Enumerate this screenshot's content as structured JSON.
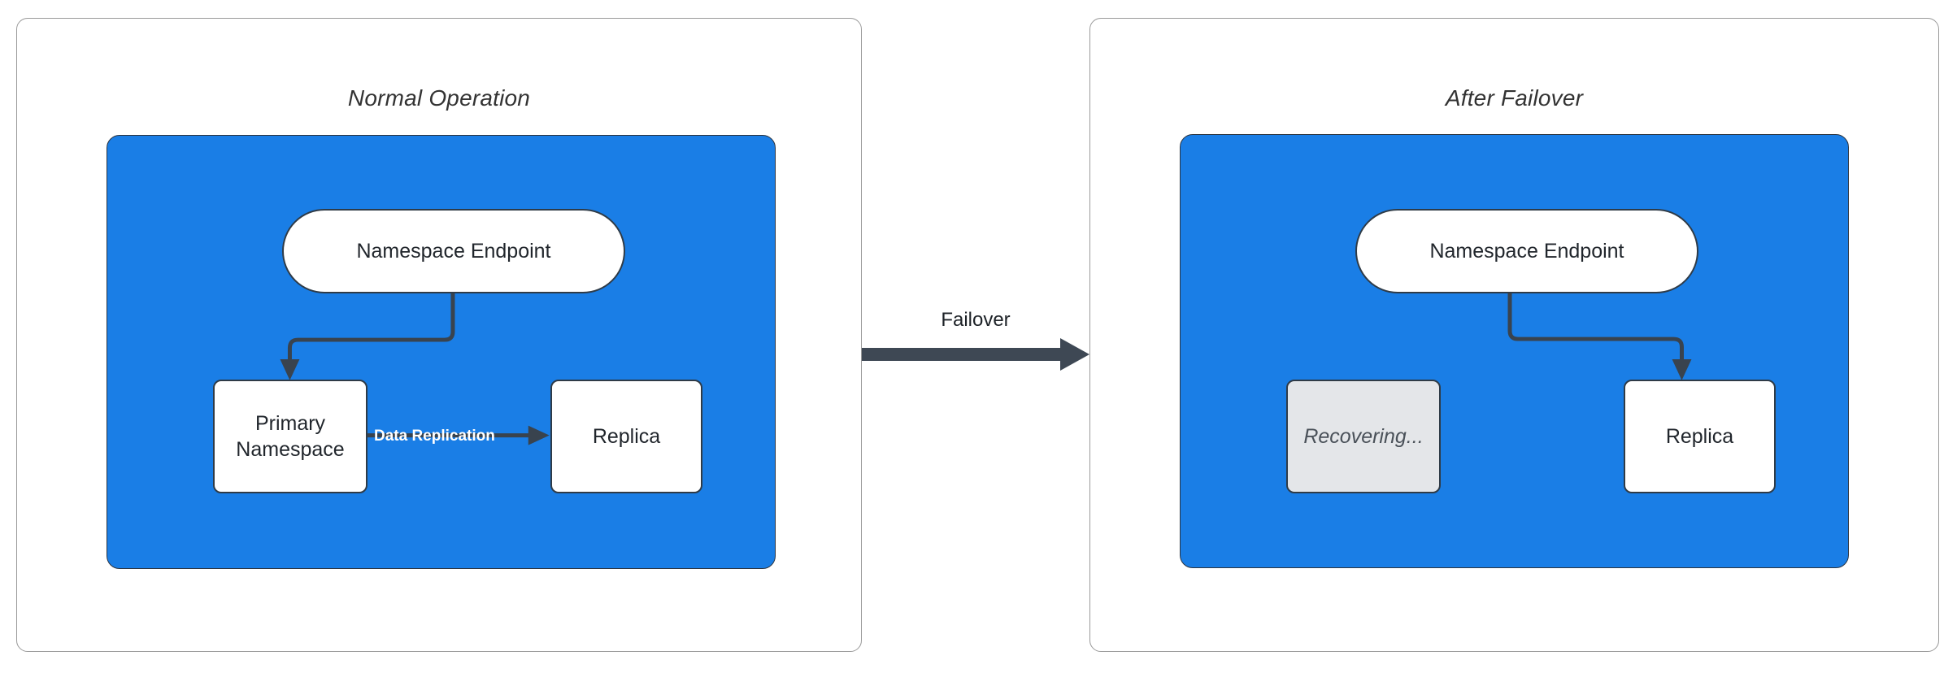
{
  "diagram": {
    "title_semantic": "namespace-failover-diagram",
    "colors": {
      "zone_blue": "#1a7ee6",
      "node_white": "#ffffff",
      "node_muted": "#e4e6e9",
      "stroke_dark": "#2f3b47",
      "connector": "#39434e",
      "panel_border": "#999999",
      "replication_label": "#ffffff"
    }
  },
  "panels": [
    {
      "id": "normal-operation",
      "title": "Normal Operation",
      "nodes": [
        {
          "id": "namespace-endpoint",
          "label": "Namespace Endpoint",
          "shape": "pill",
          "state": "active"
        },
        {
          "id": "primary-namespace",
          "label": "Primary Namespace",
          "shape": "rect",
          "state": "active"
        },
        {
          "id": "replica",
          "label": "Replica",
          "shape": "rect",
          "state": "active"
        }
      ],
      "edges": [
        {
          "from": "namespace-endpoint",
          "to": "primary-namespace",
          "label": ""
        },
        {
          "from": "primary-namespace",
          "to": "replica",
          "label": "Data Replication"
        }
      ]
    },
    {
      "id": "after-failover",
      "title": "After Failover",
      "nodes": [
        {
          "id": "namespace-endpoint",
          "label": "Namespace Endpoint",
          "shape": "pill",
          "state": "active"
        },
        {
          "id": "recovering",
          "label": "Recovering...",
          "shape": "rect",
          "state": "muted"
        },
        {
          "id": "replica",
          "label": "Replica",
          "shape": "rect",
          "state": "active"
        }
      ],
      "edges": [
        {
          "from": "namespace-endpoint",
          "to": "replica",
          "label": ""
        }
      ]
    }
  ],
  "transition": {
    "label": "Failover",
    "direction": "left-to-right"
  }
}
